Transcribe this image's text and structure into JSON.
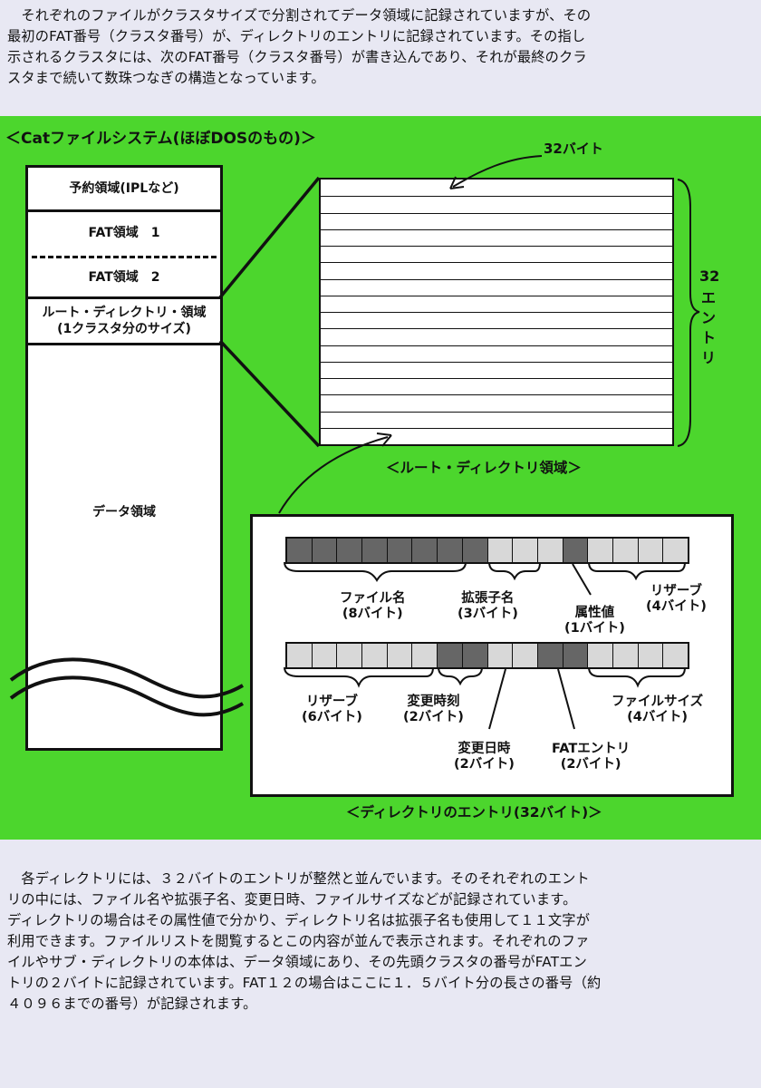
{
  "intro_paragraph": [
    "　それぞれのファイルがクラスタサイズで分割されてデータ領域に記録されていますが、その",
    "最初のFAT番号（クラスタ番号）が、ディレクトリのエントリに記録されています。その指し",
    "示されるクラスタには、次のFAT番号（クラスタ番号）が書き込んであり、それが最終のクラ",
    "スタまで続いて数珠つなぎの構造となっています。"
  ],
  "diagram": {
    "title": "＜Catファイルシステム(ほぼDOSのもの)＞",
    "left_column": {
      "reserved": "予約領域(IPLなど)",
      "fat1": "FAT領域　1",
      "fat2": "FAT領域　2",
      "root_dir_line1": "ルート・ディレクトリ・領域",
      "root_dir_line2": "(1クラスタ分のサイズ)",
      "data_area": "データ領域"
    },
    "root_table": {
      "width_label": "32バイト",
      "count_label_number": "32",
      "count_label_text": [
        "エ",
        "ン",
        "ト",
        "リ"
      ],
      "caption": "＜ルート・ディレクトリ領域＞",
      "row_count": 16
    },
    "entry": {
      "row1_bytes": [
        "dark",
        "dark",
        "dark",
        "dark",
        "dark",
        "dark",
        "dark",
        "dark",
        "light",
        "light",
        "light",
        "dark",
        "light",
        "light",
        "light",
        "light"
      ],
      "row2_bytes": [
        "light",
        "light",
        "light",
        "light",
        "light",
        "light",
        "dark",
        "dark",
        "light",
        "light",
        "dark",
        "dark",
        "light",
        "light",
        "light",
        "light"
      ],
      "fields_row1": [
        {
          "name": "ファイル名",
          "size": "(8バイト)"
        },
        {
          "name": "拡張子名",
          "size": "(3バイト)"
        },
        {
          "name": "属性値",
          "size": "(1バイト)"
        },
        {
          "name": "リザーブ",
          "size": "(4バイト)"
        }
      ],
      "fields_row2": [
        {
          "name": "リザーブ",
          "size": "(6バイト)"
        },
        {
          "name": "変更時刻",
          "size": "(2バイト)"
        },
        {
          "name": "変更日時",
          "size": "(2バイト)"
        },
        {
          "name": "FATエントリ",
          "size": "(2バイト)"
        },
        {
          "name": "ファイルサイズ",
          "size": "(4バイト)"
        }
      ],
      "caption": "＜ディレクトリのエントリ(32バイト)＞"
    }
  },
  "body_paragraph": [
    "　各ディレクトリには、３２バイトのエントリが整然と並んでいます。そのそれぞれのエント",
    "リの中には、ファイル名や拡張子名、変更日時、ファイルサイズなどが記録されています。",
    "ディレクトリの場合はその属性値で分かり、ディレクトリ名は拡張子名も使用して１１文字が",
    "利用できます。ファイルリストを閲覧するとこの内容が並んで表示されます。それぞれのファ",
    "イルやサブ・ディレクトリの本体は、データ領域にあり、その先頭クラスタの番号がFATエン",
    "トリの２バイトに記録されています。FAT１２の場合はここに１．５バイト分の長さの番号（約",
    "４０９６までの番号）が記録されます。"
  ],
  "colors": {
    "panel_green": "#4cd62d",
    "page_background": "#e8e8f3",
    "byte_dark": "#666666",
    "byte_light": "#d8d8d8"
  }
}
